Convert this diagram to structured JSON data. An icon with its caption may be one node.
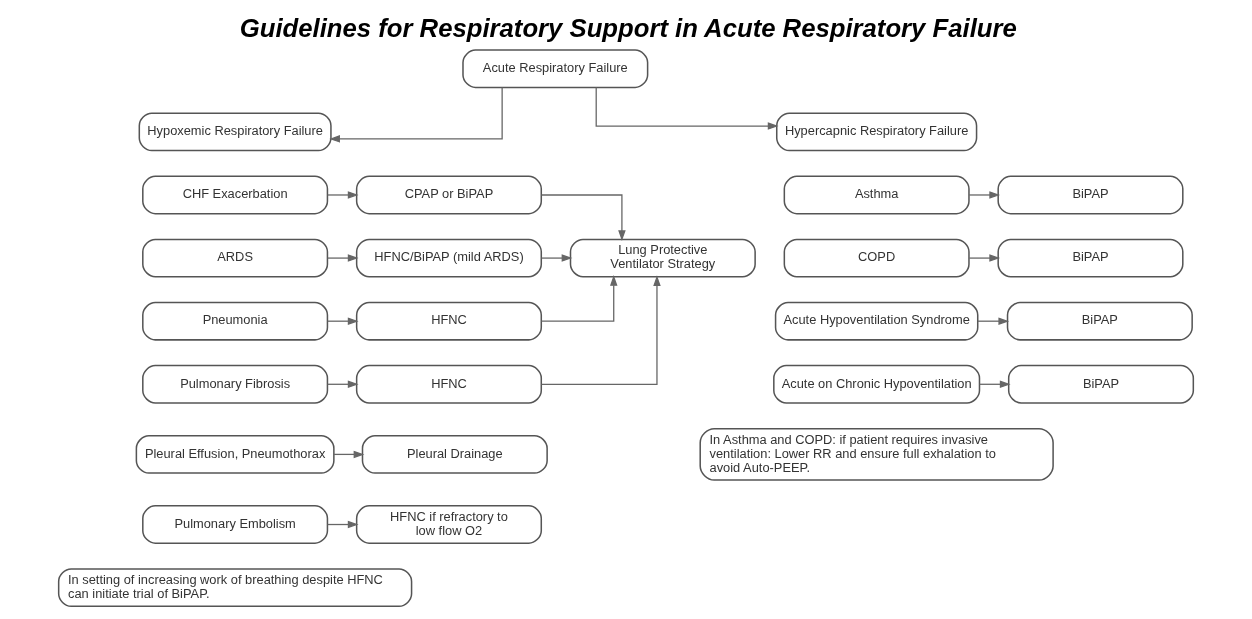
{
  "diagram": {
    "title": "Guidelines for Respiratory Support in Acute Respiratory Failure",
    "nodes": [
      {
        "text": [
          "Acute Respiratory Failure"
        ]
      },
      {
        "text": [
          "Hypoxemic Respiratory Failure"
        ]
      },
      {
        "text": [
          "Hypercapnic Respiratory Failure"
        ]
      },
      {
        "text": [
          "CHF Exacerbation"
        ]
      },
      {
        "text": [
          "CPAP or BiPAP"
        ]
      },
      {
        "text": [
          "Lung Protective Ventilator Strategy"
        ]
      },
      {
        "text": [
          "ARDS"
        ]
      },
      {
        "text": [
          "HFNC/BiPAP (mild ARDS)"
        ]
      },
      {
        "text": [
          "Asthma"
        ]
      },
      {
        "text": [
          "BiPAP"
        ]
      },
      {
        "text": [
          "COPD"
        ]
      },
      {
        "text": [
          "BiPAP"
        ]
      },
      {
        "text": [
          "Pneumonia"
        ]
      },
      {
        "text": [
          "HFNC"
        ]
      },
      {
        "text": [
          "Acute Hypoventilation Syndrome"
        ]
      },
      {
        "text": [
          "BiPAP"
        ]
      },
      {
        "text": [
          "Pulmonary Fibrosis"
        ]
      },
      {
        "text": [
          "HFNC"
        ]
      },
      {
        "text": [
          "Acute on Chronic Hypoventilation"
        ]
      },
      {
        "text": [
          "BiPAP"
        ]
      },
      {
        "text": [
          "In Asthma and COPD: if patient requires invasive ventilation: Lower RR and ensure full exhalation to avoid Auto-PEEP."
        ]
      },
      {
        "text": [
          "Pleural Effusion, Pneumothorax"
        ]
      },
      {
        "text": [
          "Pleural Drainage"
        ]
      },
      {
        "text": [
          "Pulmonary Embolism"
        ]
      },
      {
        "text": [
          "HFNC if refractory to low flow O2"
        ]
      },
      {
        "text": [
          "In setting of increasing work of breathing despite HFNC can initiate trial of BiPAP."
        ]
      }
    ],
    "edges": [
      {
        "from": 0,
        "to": 1,
        "arrow": "to"
      },
      {
        "from": 0,
        "to": 2,
        "arrow": "to"
      },
      {
        "from": 3,
        "to": 4,
        "arrow": "to"
      },
      {
        "from": 4,
        "to": 5,
        "arrow": "to"
      },
      {
        "from": 6,
        "to": 7,
        "arrow": "to"
      },
      {
        "from": 7,
        "to": 5,
        "arrow": "to"
      },
      {
        "from": 8,
        "to": 9,
        "arrow": "to"
      },
      {
        "from": 10,
        "to": 11,
        "arrow": "to"
      },
      {
        "from": 12,
        "to": 13,
        "arrow": "to"
      },
      {
        "from": 13,
        "to": 5,
        "arrow": "to"
      },
      {
        "from": 14,
        "to": 15,
        "arrow": "to"
      },
      {
        "from": 16,
        "to": 17,
        "arrow": "to"
      },
      {
        "from": 17,
        "to": 5,
        "arrow": "to"
      },
      {
        "from": 18,
        "to": 19,
        "arrow": "to"
      },
      {
        "from": 21,
        "to": 22,
        "arrow": "to"
      },
      {
        "from": 23,
        "to": 24,
        "arrow": "to"
      }
    ]
  }
}
